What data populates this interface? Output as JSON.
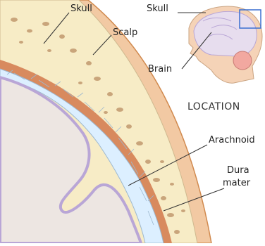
{
  "labels": {
    "skull": "Skull",
    "scalp": "Scalp",
    "skull_inset": "Skull",
    "brain": "Brain",
    "location": "LOCATION",
    "arachnoid": "Arachnoid",
    "dura_line1": "Dura",
    "dura_line2": "mater"
  },
  "colors": {
    "scalp": "#f2c9a3",
    "scalp_edge": "#d18a4f",
    "skull": "#f7ecc6",
    "bone_spot": "#c9a57b",
    "dura": "#d88a5e",
    "arachnoid_fill": "#dcefff",
    "arachnoid_web": "#9db8cf",
    "pia": "#b9a6d6",
    "brain": "#ede6e2",
    "inset_head": "#f5d3b7",
    "inset_brain": "#e7ddee",
    "cerebellum": "#f2a8a0",
    "highlight_box": "#3a6fd1"
  }
}
